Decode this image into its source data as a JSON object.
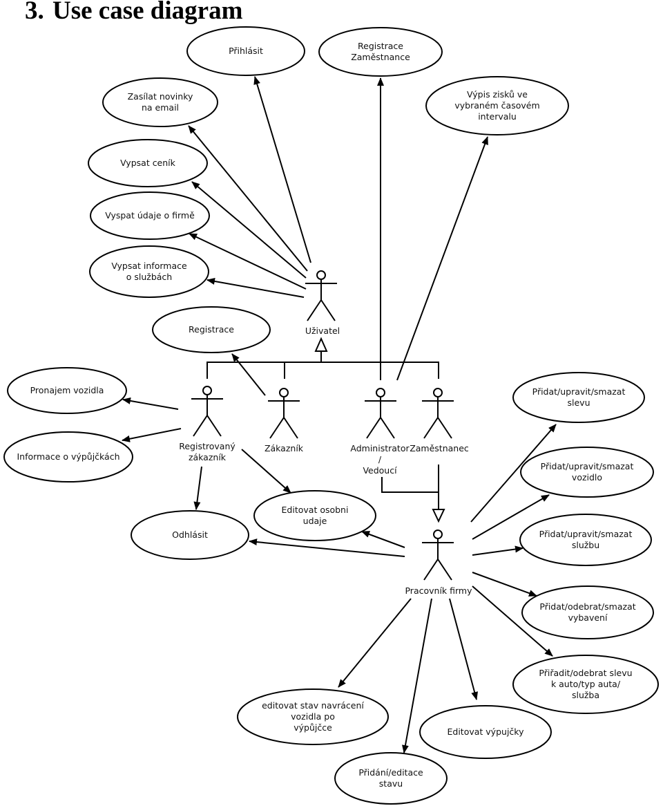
{
  "heading": {
    "number": "3.",
    "text": "Use case diagram"
  },
  "actors": {
    "uzivatel": [
      "Uživatel"
    ],
    "registrovany": [
      "Registrovaný",
      "zákazník"
    ],
    "zakaznik": [
      "Zákazník"
    ],
    "administrator": [
      "Administrator",
      "/",
      "Vedoucí"
    ],
    "zamestnanec": [
      "Zaměstnanec"
    ],
    "pracovnik": [
      "Pracovník firmy"
    ]
  },
  "use_cases": {
    "prihlasit": [
      "Přihlásit"
    ],
    "registrace_zamestnance": [
      "Registrace",
      "Zaměstnance"
    ],
    "zasilat_novinky": [
      "Zasílat novinky",
      "na email"
    ],
    "vypis_zisku": [
      "Výpis zisků ve",
      "vybraném časovém",
      "intervalu"
    ],
    "vypsat_cenik": [
      "Vypsat ceník"
    ],
    "vyspat_udaje": [
      "Vyspat údaje o firmě"
    ],
    "vypsat_informace": [
      "Vypsat informace",
      "o službách"
    ],
    "registrace": [
      "Registrace"
    ],
    "pronajem": [
      "Pronajem vozidla"
    ],
    "informace_vypujckach": [
      "Informace o výpůjčkách"
    ],
    "odhlasit": [
      "Odhlásit"
    ],
    "editovat_osobni": [
      "Editovat osobni",
      "udaje"
    ],
    "slevu": [
      "Přidat/upravit/smazat",
      "slevu"
    ],
    "vozidlo": [
      "Přidat/upravit/smazat",
      "vozidlo"
    ],
    "sluzbu": [
      "Přidat/upravit/smazat",
      "službu"
    ],
    "vybaveni": [
      "Přidat/odebrat/smazat",
      "vybavení"
    ],
    "priradit_slevu": [
      "Přiřadit/odebrat slevu",
      "k auto/typ auta/",
      "služba"
    ],
    "editovat_stav": [
      "editovat stav navrácení",
      "vozidla po",
      "výpůjčce"
    ],
    "editovat_vypujcky": [
      "Editovat výpujčky"
    ],
    "pridani_stavu": [
      "Přidání/editace",
      "stavu"
    ]
  }
}
